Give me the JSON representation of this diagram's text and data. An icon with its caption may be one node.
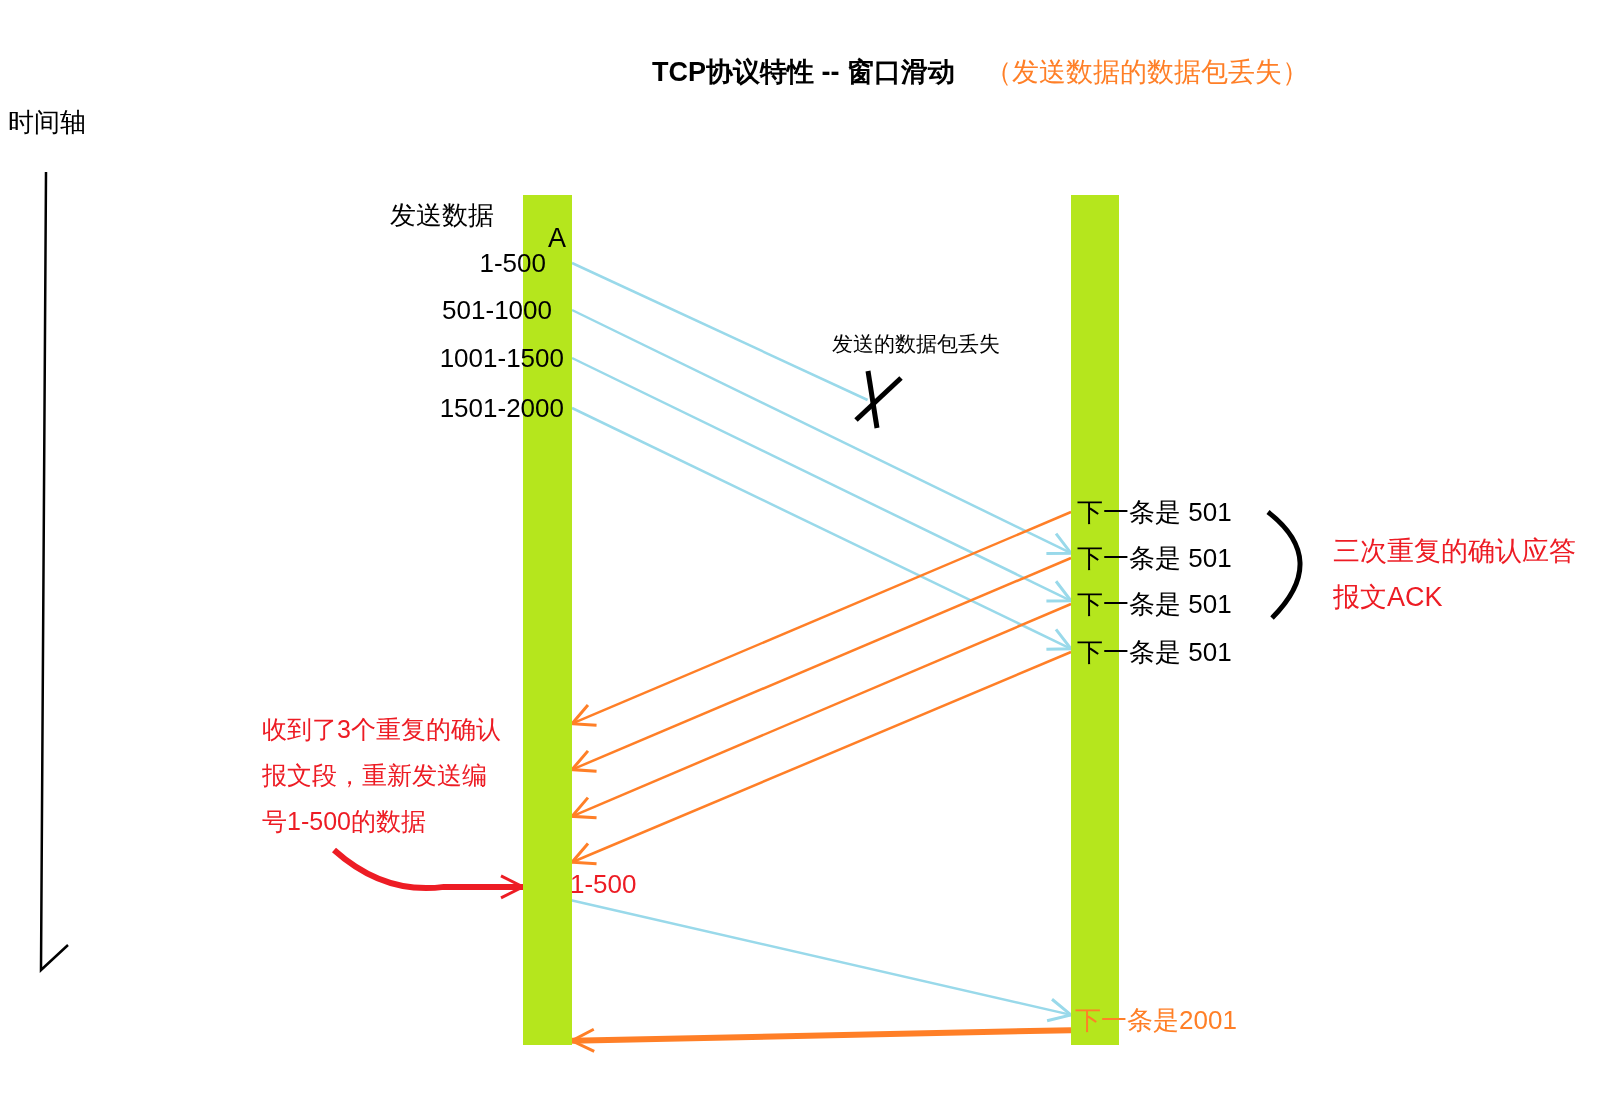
{
  "diagram": {
    "title": "TCP协议特性 -- 窗口滑动",
    "nodes": [
      {
        "text": [
          "A"
        ]
      },
      {
        "text": [],
        "shape": "bar"
      },
      {
        "text": [
          "1-500"
        ]
      },
      {
        "text": [
          "501-1000"
        ]
      },
      {
        "text": [
          "1001-1500"
        ]
      },
      {
        "text": [
          "1501-2000"
        ]
      },
      {
        "text": [
          "下一条是 501"
        ]
      },
      {
        "text": [
          "下一条是 501"
        ]
      },
      {
        "text": [
          "下一条是 501"
        ]
      },
      {
        "text": [
          "下一条是 501"
        ]
      },
      {
        "text": [
          "收到了3个重复的确认报文段，重新发送编号1-500的数据"
        ]
      },
      {
        "text": [
          "1-500"
        ]
      },
      {
        "text": [
          "下一条是2001"
        ]
      },
      {
        "text": [],
        "shape": "cross"
      }
    ],
    "edges": [
      {
        "from": 2,
        "to": 13,
        "arrow": "none"
      },
      {
        "from": 3,
        "to": 7,
        "arrow": "to"
      },
      {
        "from": 4,
        "to": 8,
        "arrow": "to"
      },
      {
        "from": 5,
        "to": 9,
        "arrow": "to"
      },
      {
        "from": 6,
        "to": 0,
        "arrow": "to",
        "color": "#ff7f27"
      },
      {
        "from": 7,
        "to": 0,
        "arrow": "to",
        "color": "#ff7f27"
      },
      {
        "from": 8,
        "to": 0,
        "arrow": "to",
        "color": "#ff7f27"
      },
      {
        "from": 9,
        "to": 0,
        "arrow": "to",
        "color": "#ff7f27"
      },
      {
        "from": 10,
        "to": 0,
        "arrow": "to",
        "color": "#ed1c24",
        "style": "thick"
      },
      {
        "from": 11,
        "to": 12,
        "arrow": "to"
      },
      {
        "from": 12,
        "to": 0,
        "arrow": "to",
        "color": "#ff7f27",
        "style": "thick"
      }
    ],
    "labels": [
      "（发送数据的数据包丢失）",
      "时间轴",
      "发送数据",
      "发送的数据包丢失",
      "三次重复的确认应答报文ACK"
    ]
  }
}
